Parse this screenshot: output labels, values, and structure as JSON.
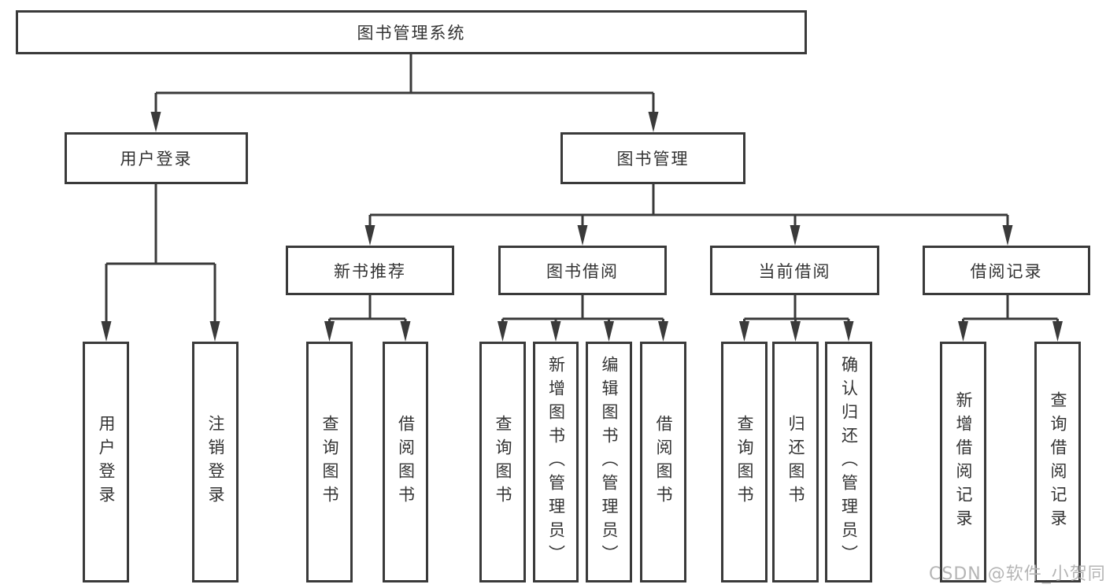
{
  "colors": {
    "line": "#3a3a3a",
    "text": "#333333",
    "background": "#ffffff",
    "watermark": "#b5b5b5"
  },
  "diagram": {
    "root": {
      "label": "图书管理系统"
    },
    "branches": [
      {
        "label": "用户登录",
        "children": [
          {
            "label": "用户登录"
          },
          {
            "label": "注销登录"
          }
        ]
      },
      {
        "label": "图书管理",
        "sections": [
          {
            "label": "新书推荐",
            "children": [
              {
                "label": "查询图书"
              },
              {
                "label": "借阅图书"
              }
            ]
          },
          {
            "label": "图书借阅",
            "children": [
              {
                "label": "查询图书"
              },
              {
                "label": "新增图书（管理员）"
              },
              {
                "label": "编辑图书（管理员）"
              },
              {
                "label": "借阅图书"
              }
            ]
          },
          {
            "label": "当前借阅",
            "children": [
              {
                "label": "查询图书"
              },
              {
                "label": "归还图书"
              },
              {
                "label": "确认归还（管理员）"
              }
            ]
          },
          {
            "label": "借阅记录",
            "children": [
              {
                "label": "新增借阅记录"
              },
              {
                "label": "查询借阅记录"
              }
            ]
          }
        ]
      }
    ]
  },
  "watermark": {
    "text": "CSDN @软件_小贺同学"
  }
}
